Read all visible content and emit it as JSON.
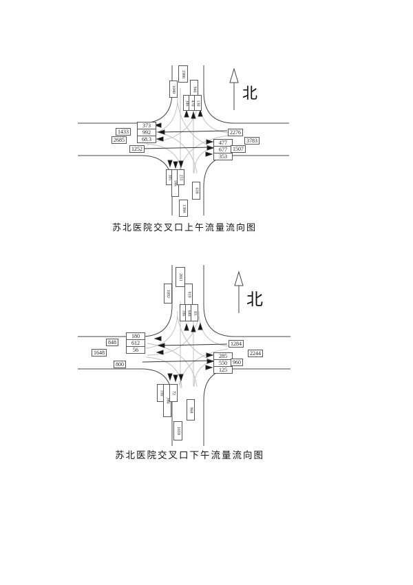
{
  "page": {
    "caption_morning": "苏北医院交叉口上午流量流向图",
    "caption_afternoon": "苏北医院交叉口下午流量流向图",
    "north_label": "北",
    "line_color": "#444444",
    "flow_curve_color": "#c2c2c2"
  },
  "diagram_morning": {
    "west": {
      "movements": [
        "373",
        "992",
        "68.3"
      ],
      "sum": "1433",
      "exit": "1252",
      "total": "2685"
    },
    "east": {
      "movements": [
        "477",
        "677",
        "353"
      ],
      "sum": "1507",
      "exit": "2276",
      "total": "3783"
    },
    "north": {
      "movements": [
        "346",
        "470",
        "130"
      ],
      "sum": "946",
      "exit": "1040",
      "total": "1986"
    },
    "south": {
      "movements": [
        "305",
        "186",
        "255"
      ],
      "exit": "638",
      "total": "1384"
    }
  },
  "diagram_afternoon": {
    "west": {
      "movements": [
        "180",
        "612",
        "56"
      ],
      "sum": "848",
      "exit": "800",
      "total": "1648"
    },
    "east": {
      "movements": [
        "285",
        "550",
        "125"
      ],
      "sum": "960",
      "exit": "1284",
      "total": "2244"
    },
    "north": {
      "movements": [
        "186",
        "640",
        "93"
      ],
      "sum": "919",
      "exit": "1092",
      "total": "2011"
    },
    "south": {
      "movements": [
        "190",
        "380",
        "72"
      ],
      "exit": "968",
      "total": "1610"
    }
  }
}
